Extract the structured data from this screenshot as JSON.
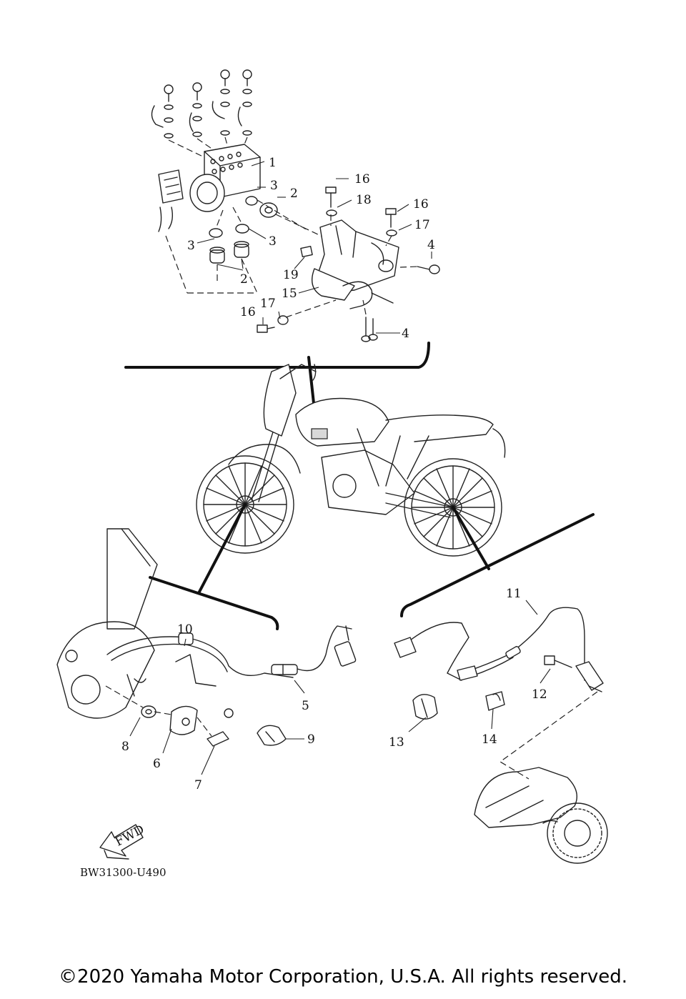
{
  "callouts": {
    "c1": "1",
    "c2a": "2",
    "c2b": "2",
    "c3a": "3",
    "c3b": "3",
    "c3c": "3",
    "c4a": "4",
    "c4b": "4",
    "c5": "5",
    "c6": "6",
    "c7": "7",
    "c8": "8",
    "c9": "9",
    "c10": "10",
    "c11": "11",
    "c12": "12",
    "c13": "13",
    "c14": "14",
    "c15": "15",
    "c16a": "16",
    "c16b": "16",
    "c16c": "16",
    "c17a": "17",
    "c17b": "17",
    "c18": "18",
    "c19": "19"
  },
  "fwd_label": "FWD",
  "diagram_code": "BW31300-U490",
  "copyright": "©2020 Yamaha Motor Corporation, U.S.A. All rights reserved."
}
